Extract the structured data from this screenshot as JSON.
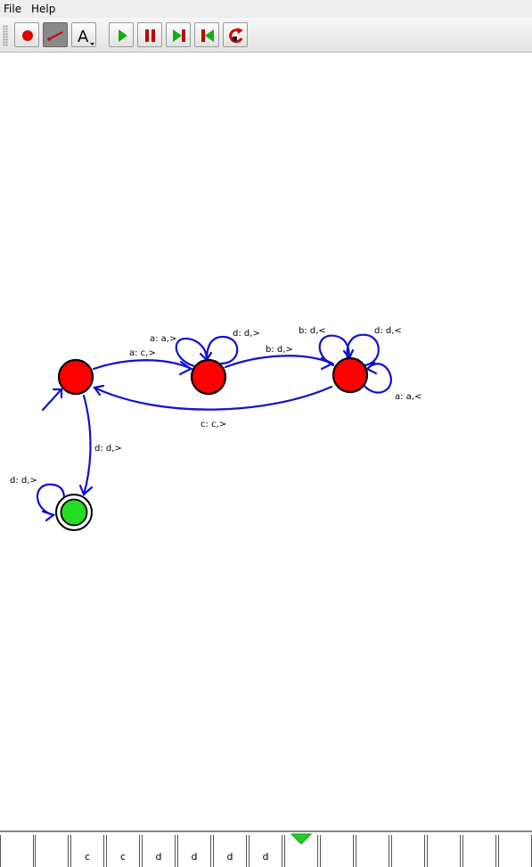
{
  "menu": {
    "file": "File",
    "help": "Help"
  },
  "toolbar": {
    "buttons": [
      {
        "name": "state-tool",
        "icon": "circle-icon"
      },
      {
        "name": "transition-tool",
        "icon": "arrow-line-icon",
        "pressed": true
      },
      {
        "name": "text-tool",
        "icon": "text-a-icon",
        "label": "A"
      },
      {
        "name": "run-button",
        "icon": "play-icon"
      },
      {
        "name": "pause-button",
        "icon": "pause-icon"
      },
      {
        "name": "step-button",
        "icon": "step-forward-icon"
      },
      {
        "name": "rewind-button",
        "icon": "step-back-icon"
      },
      {
        "name": "reset-button",
        "icon": "reset-icon"
      }
    ]
  },
  "diagram": {
    "states": [
      {
        "id": "q0",
        "kind": "start",
        "color": "#ff0000"
      },
      {
        "id": "q1",
        "kind": "normal",
        "color": "#ff0000"
      },
      {
        "id": "q2",
        "kind": "normal",
        "color": "#ff0000"
      },
      {
        "id": "q3",
        "kind": "accept",
        "color": "#22dd22"
      }
    ],
    "transitions": [
      {
        "from": "q0",
        "to": "q1",
        "label": "a: c,>"
      },
      {
        "from": "q1",
        "to": "q1",
        "label": "a: a,>"
      },
      {
        "from": "q1",
        "to": "q1",
        "label": "d: d,>"
      },
      {
        "from": "q1",
        "to": "q2",
        "label": "b: d,>"
      },
      {
        "from": "q2",
        "to": "q2",
        "label": "b: d,<"
      },
      {
        "from": "q2",
        "to": "q2",
        "label": "d: d,<"
      },
      {
        "from": "q2",
        "to": "q2",
        "label": "a: a,<"
      },
      {
        "from": "q2",
        "to": "q0",
        "label": "c: c,>"
      },
      {
        "from": "q0",
        "to": "q3",
        "label": "d: d,>"
      },
      {
        "from": "q3",
        "to": "q3",
        "label": "d: d,>"
      }
    ],
    "edge_color": "#1010d0"
  },
  "tape": {
    "cells": [
      "",
      "",
      "c",
      "c",
      "d",
      "d",
      "d",
      "d",
      "",
      "",
      "",
      "",
      "",
      "",
      ""
    ],
    "head_index": 8,
    "head_color": "#22cc22"
  }
}
